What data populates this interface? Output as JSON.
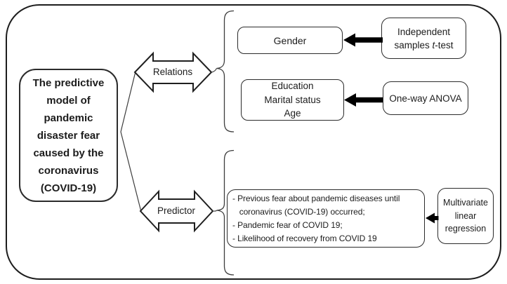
{
  "model_box": {
    "text": "The predictive\nmodel of\npandemic\ndisaster fear\ncaused by the\ncoronavirus\n(COVID-19)"
  },
  "relations": {
    "label": "Relations",
    "gender_box": {
      "text": "Gender"
    },
    "ttest_box": {
      "line1": "Independent",
      "line2_pre": "samples ",
      "line2_italic": "t",
      "line2_post": "-test"
    },
    "demographics_box": {
      "text": "Education\nMarital status\nAge"
    },
    "anova_box": {
      "text": "One-way ANOVA"
    }
  },
  "predictor": {
    "label": "Predictor",
    "predictors_box": {
      "text": "- Previous fear about pandemic diseases until\n   coronavirus (COVID-19) occurred;\n- Pandemic fear of COVID 19;\n- Likelihood of recovery from COVID 19"
    },
    "regression_box": {
      "text": "Multivariate\nlinear\nregression"
    }
  },
  "colors": {
    "line": "#1d1d1d",
    "arrow_fill": "#000000",
    "bracket": "#3d3d3d",
    "background": "#ffffff"
  }
}
